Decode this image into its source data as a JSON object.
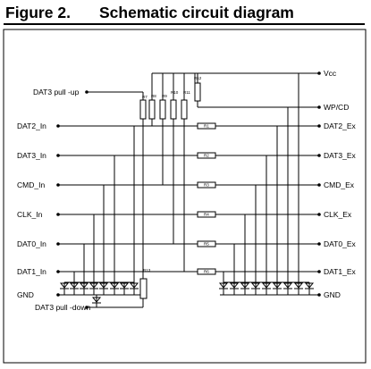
{
  "figure": {
    "number": "Figure 2.",
    "title": "Schematic circuit diagram"
  },
  "labels": {
    "vcc": "Vcc",
    "wp_cd": "WP/CD",
    "dat3_pull_up": "DAT3 pull -up",
    "dat3_pull_down": "DAT3 pull -down",
    "gnd_left": "GND",
    "gnd_right": "GND"
  },
  "resistors": {
    "pullups": [
      "R7",
      "R8",
      "R9",
      "R10",
      "R11"
    ],
    "wp": "R12",
    "pulldown": "R13",
    "series": [
      "R1",
      "R2",
      "R3",
      "R4",
      "R5",
      "R6"
    ]
  },
  "lines": [
    {
      "left": "DAT2_In",
      "right": "DAT2_Ex"
    },
    {
      "left": "DAT3_In",
      "right": "DAT3_Ex"
    },
    {
      "left": "CMD_In",
      "right": "CMD_Ex"
    },
    {
      "left": "CLK_In",
      "right": "CLK_Ex"
    },
    {
      "left": "DAT0_In",
      "right": "DAT0_Ex"
    },
    {
      "left": "DAT1_In",
      "right": "DAT1_Ex"
    }
  ]
}
